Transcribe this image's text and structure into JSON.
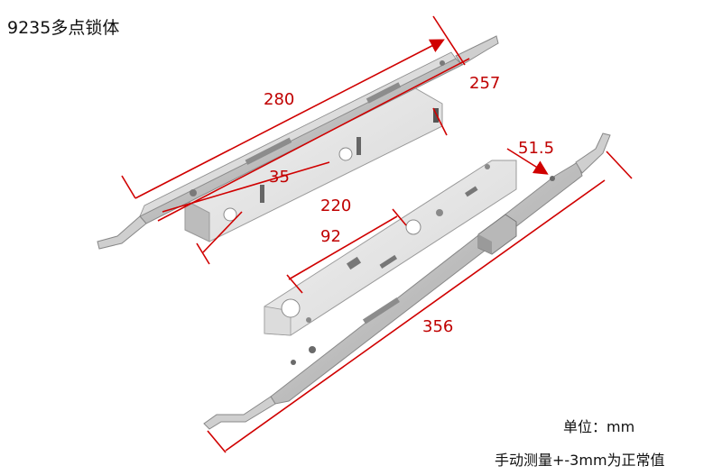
{
  "title": "9235多点锁体",
  "unit_label": "单位：mm",
  "tolerance_label": "手动测量+-3mm为正常值",
  "dimensions": {
    "d280": "280",
    "d257": "257",
    "d35": "35",
    "d220": "220",
    "d92": "92",
    "d515": "51.5",
    "d356": "356"
  },
  "colors": {
    "dimension": "#d00000",
    "steel": "#c8c8c8",
    "silver_plate": "#e6e6e6"
  }
}
